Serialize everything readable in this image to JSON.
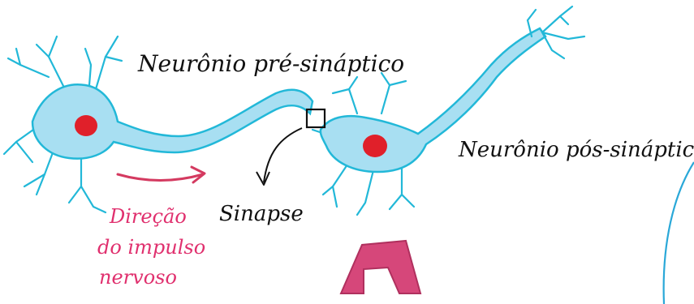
{
  "labels": {
    "pre_neuron": "Neurônio pré-sináptico",
    "post_neuron": "Neurônio pós-sináptico",
    "synapse": "Sinapse",
    "direction_line1": "Direção",
    "direction_line2": "do impulso",
    "direction_line3": "nervoso"
  },
  "colors": {
    "neuron_fill": "#a8dff2",
    "neuron_stroke": "#22b8d8",
    "nucleus": "#e0202a",
    "ink": "#111111",
    "direction_text": "#e0306e",
    "arrow": "#d43a60",
    "pink_shape": "#d6477a",
    "blue_curve": "#2aa8d8"
  }
}
